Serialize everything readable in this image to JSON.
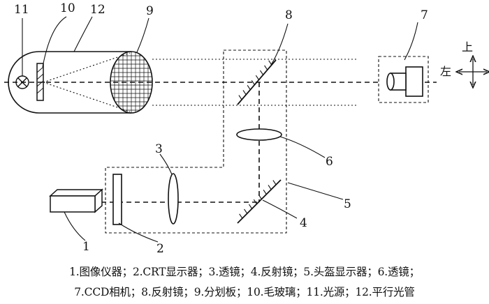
{
  "labels": {
    "n1": "1",
    "n2": "2",
    "n3": "3",
    "n4": "4",
    "n5": "5",
    "n6": "6",
    "n7": "7",
    "n8": "8",
    "n9": "9",
    "n10": "10",
    "n11": "11",
    "n12": "12"
  },
  "directions": {
    "up": "上",
    "left": "左"
  },
  "caption": {
    "line1": "1.图像仪器；2.CRT显示器；3.透镜；4.反射镜；5.头盔显示器；6.透镜；",
    "line2": "7.CCD相机；8.反射镜；9.分划板；10.毛玻璃；11.光源；12.平行光管"
  }
}
